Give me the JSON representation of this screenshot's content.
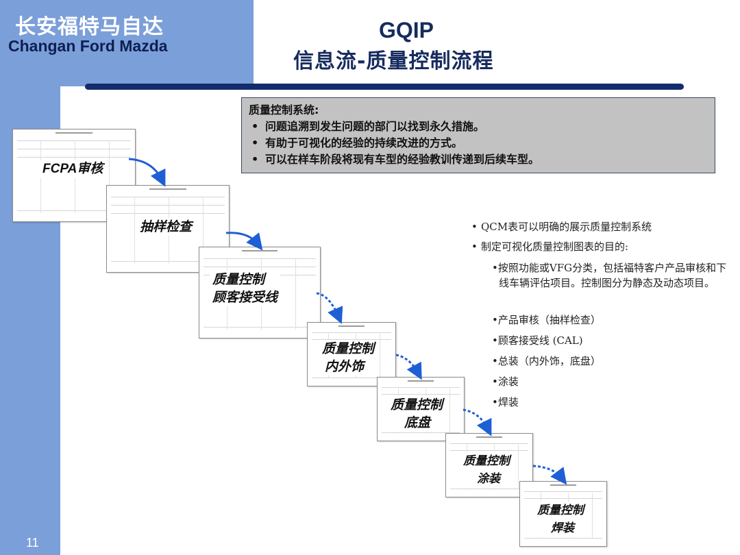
{
  "header": {
    "brand_cn": "长安福特马自达",
    "brand_en": "Changan Ford Mazda",
    "title_en": "GQIP",
    "title_cn": "信息流-质量控制流程"
  },
  "page_number": "11",
  "info_box": {
    "heading": "质量控制系统:",
    "bullets": [
      "问题追溯到发生问题的部门以找到永久措施。",
      "有助于可视化的经验的持续改进的方式。",
      "可以在样车阶段将现有车型的经验教训传递到后续车型。"
    ]
  },
  "flow_steps": [
    {
      "line1": "FCPA审核",
      "line2": ""
    },
    {
      "line1": "抽样检查",
      "line2": ""
    },
    {
      "line1": "质量控制",
      "line2": "顾客接受线"
    },
    {
      "line1": "质量控制",
      "line2": "内外饰"
    },
    {
      "line1": "质量控制",
      "line2": "底盘"
    },
    {
      "line1": "质量控制",
      "line2": "涂装"
    },
    {
      "line1": "质量控制",
      "line2": "焊装"
    }
  ],
  "right_bullets": {
    "b1": "QCM表可以明确的展示质量控制系统",
    "b2": "制定可视化质量控制图表的目的:",
    "sub1": "按照功能或VFG分类，包括福特客户产品审核和下线车辆评估项目。控制图分为静态及动态项目。",
    "sub2": "产品审核（抽样检查）",
    "sub3": "顾客接受线 (CAL)",
    "sub4": "总装（内外饰，底盘）",
    "sub5": "涂装",
    "sub6": "焊装"
  },
  "colors": {
    "sidebar": "#7b9fd8",
    "title_navy": "#162b5e",
    "rule_navy": "#132c6b",
    "arrow_blue": "#1f5fd6",
    "info_box_gray": "#c2c2c2"
  }
}
